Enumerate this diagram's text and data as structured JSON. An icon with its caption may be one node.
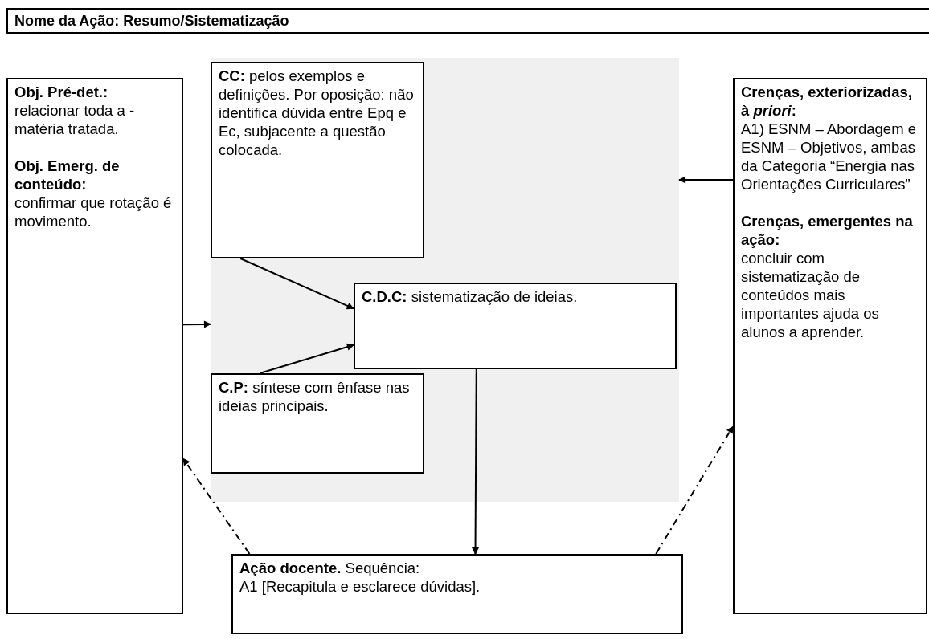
{
  "diagram": {
    "title": "Nome da Ação: Resumo/Sistematização",
    "nodes": [
      {
        "text": [
          "**Obj. Pré-det.:**",
          "relacionar toda a -matéria tratada.",
          "**Obj. Emerg. de conteúdo:**",
          "confirmar que rotação é movimento."
        ]
      },
      {
        "text": [],
        "shape": "box"
      },
      {
        "text": [
          "**CC:** pelos exemplos e definições. Por oposição: não identifica dúvida entre Epq e Ec, subjacente a questão colocada."
        ],
        "in": 1
      },
      {
        "text": [
          "**C.D.C:** sistematização de ideias."
        ],
        "in": 1
      },
      {
        "text": [
          "**C.P:** síntese com ênfase nas ideias principais."
        ],
        "in": 1
      },
      {
        "text": [
          "**Ação docente.** Sequência:",
          "A1 [Recapitula e esclarece dúvidas]."
        ]
      },
      {
        "text": [
          "**Crenças, exteriorizadas, à *priori*:**",
          "A1) ESNM – Abordagem e ESNM – Objetivos, ambas da Categoria “Energia nas Orientações Curriculares”",
          "**Crenças, emergentes na ação:**",
          "concluir com sistematização de conteúdos mais importantes ajuda os alunos a aprender."
        ]
      }
    ],
    "edges": [
      {
        "from": 0,
        "to": 1,
        "arrow": "to"
      },
      {
        "from": 6,
        "to": 1,
        "arrow": "to"
      },
      {
        "from": 2,
        "to": 3,
        "arrow": "to"
      },
      {
        "from": 4,
        "to": 3,
        "arrow": "to"
      },
      {
        "from": 3,
        "to": 5,
        "arrow": "to"
      },
      {
        "from": 5,
        "to": 0,
        "arrow": "to",
        "style": "dashed"
      },
      {
        "from": 5,
        "to": 6,
        "arrow": "to",
        "style": "dashed"
      }
    ]
  }
}
